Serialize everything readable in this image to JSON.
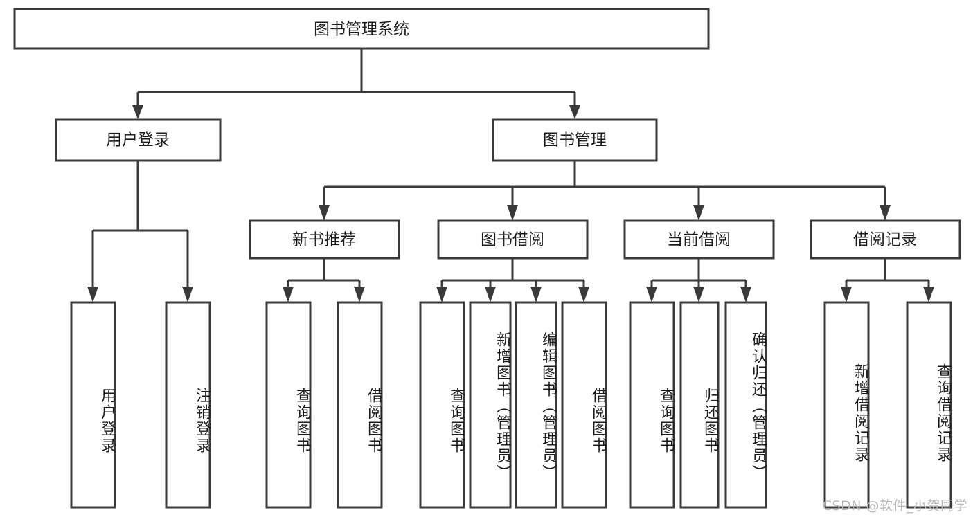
{
  "diagram": {
    "type": "tree-hierarchy-chart",
    "title": "图书管理系统",
    "root": {
      "label": "图书管理系统",
      "level": 0
    },
    "level1": [
      {
        "label": "用户登录"
      },
      {
        "label": "图书管理"
      }
    ],
    "level2": [
      {
        "label": "新书推荐",
        "parent": "图书管理"
      },
      {
        "label": "图书借阅",
        "parent": "图书管理"
      },
      {
        "label": "当前借阅",
        "parent": "图书管理"
      },
      {
        "label": "借阅记录",
        "parent": "图书管理"
      }
    ],
    "leaves_user_login": [
      {
        "label": "用户登录"
      },
      {
        "label": "注销登录"
      }
    ],
    "leaves_new_book": [
      {
        "label": "查询图书"
      },
      {
        "label": "借阅图书"
      }
    ],
    "leaves_borrow": [
      {
        "label": "查询图书"
      },
      {
        "label": "新增图书（管理员）"
      },
      {
        "label": "编辑图书（管理员）"
      },
      {
        "label": "借阅图书"
      }
    ],
    "leaves_current": [
      {
        "label": "查询图书"
      },
      {
        "label": "归还图书"
      },
      {
        "label": "确认归还（管理员）"
      }
    ],
    "leaves_record": [
      {
        "label": "新增借阅记录"
      },
      {
        "label": "查询借阅记录"
      }
    ],
    "watermark": "CSDN @软件_小贺同学",
    "colors": {
      "stroke": "#3a3a3a",
      "fill": "#ffffff",
      "text": "#1c1c1c",
      "watermark": "#b8b8b8"
    }
  }
}
